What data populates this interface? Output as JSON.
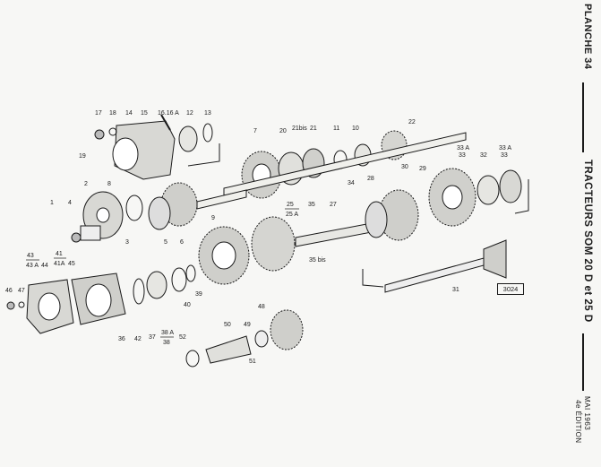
{
  "header": {
    "plate": "PLANCHE 34",
    "title": "TRACTEURS SOM 20 D et 25 D",
    "date": "MAI 1963",
    "edition": "4e ÉDITION"
  },
  "figure_ref": "3024",
  "part_labels": {
    "p17": "17",
    "p18": "18",
    "p14": "14",
    "p15": "15",
    "p16": "16.16 A",
    "p12": "12",
    "p13": "13",
    "p19": "19",
    "p7": "7",
    "p20": "20",
    "p21bis": "21bis",
    "p21": "21",
    "p11": "11",
    "p10": "10",
    "p22": "22",
    "p2": "2",
    "p8": "8",
    "p1": "1",
    "p4": "4",
    "p3": "3",
    "p5": "5",
    "p6": "6",
    "p9": "9",
    "p25": "25",
    "p25a": "25 A",
    "p35": "35",
    "p27": "27",
    "p35bis": "35 bis",
    "p34": "34",
    "p28": "28",
    "p30": "30",
    "p29": "29",
    "p33a_1": "33 A",
    "p33_1": "33",
    "p32": "32",
    "p33a_2": "33 A",
    "p33_2": "33",
    "p31": "31",
    "p43": "43",
    "p43a": "43 A",
    "p41": "41",
    "p41a": "41A",
    "p45": "45",
    "p44": "44",
    "p46": "46",
    "p47": "47",
    "p36": "36",
    "p42": "42",
    "p37": "37",
    "p38a": "38 A",
    "p38": "38",
    "p40": "40",
    "p39": "39",
    "p50": "50",
    "p49": "49",
    "p48": "48",
    "p52": "52",
    "p51": "51"
  }
}
